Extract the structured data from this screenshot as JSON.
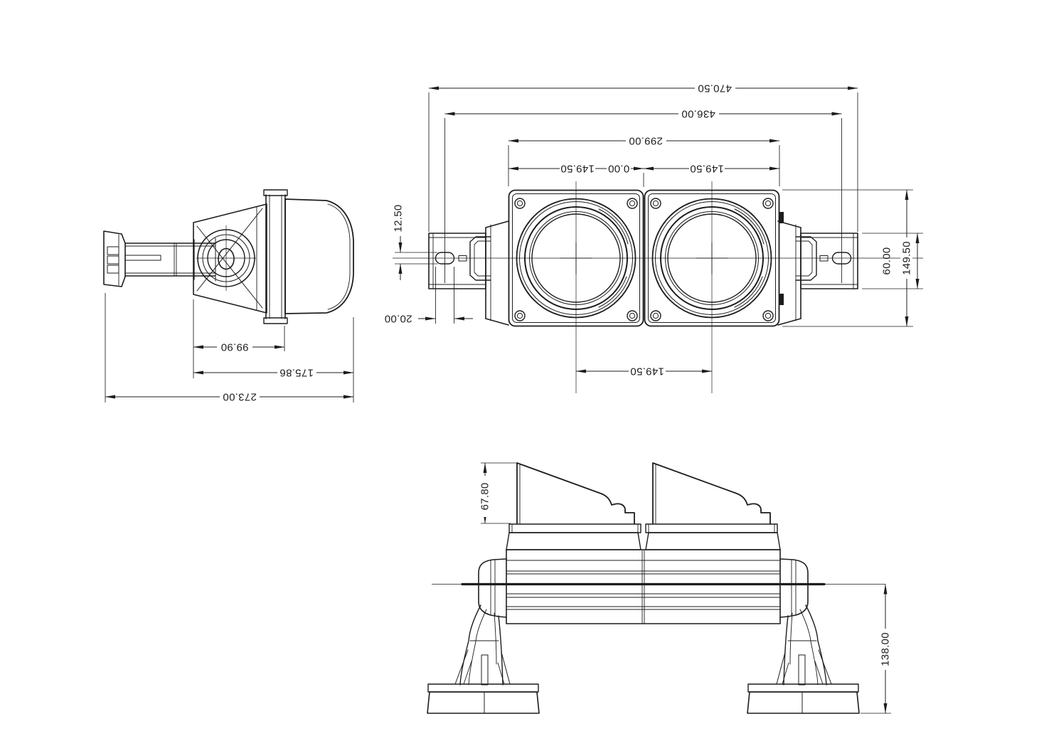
{
  "colors": {
    "line": "#1d1d1d",
    "background": "#ffffff"
  },
  "views": {
    "side": {
      "dims": {
        "lens_depth": "99.90",
        "housing_depth": "175.86",
        "overall_depth": "273.00"
      }
    },
    "front": {
      "dims": {
        "overall_width": "470.50",
        "slot_center_span": "436.00",
        "housing_width": "299.00",
        "center_zero": "0.00",
        "left_half": "149.50",
        "right_half": "149.50",
        "slot_height": "12.50",
        "slot_width": "20.00",
        "bracket_height": "60.00",
        "housing_height": "149.50",
        "lens_spacing": "149.50"
      }
    },
    "elevation": {
      "dims": {
        "visor_height": "67.80",
        "mount_height": "138.00"
      }
    }
  }
}
